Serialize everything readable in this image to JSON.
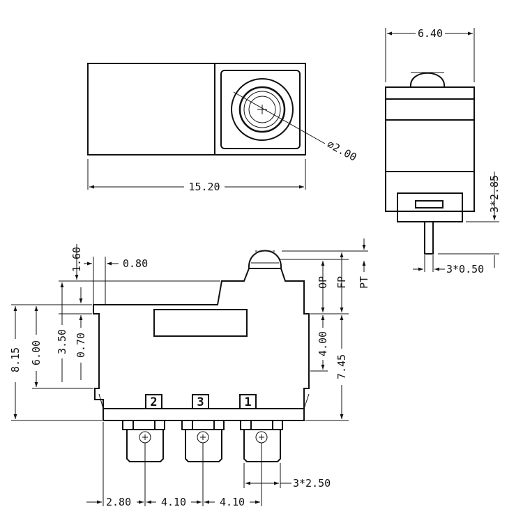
{
  "drawing": {
    "top_view": {
      "length_label": "15.20",
      "diameter_label": "⌀2.00"
    },
    "side_view": {
      "width_label": "6.40",
      "pitch_label": "3*2.85",
      "thickness_label": "3*0.50"
    },
    "front_view": {
      "labels": {
        "d160": "1.60",
        "d080": "0.80",
        "d815": "8.15",
        "d600": "6.00",
        "d350": "3.50",
        "d070": "0.70",
        "op": "OP",
        "fp": "FP",
        "pt": "PT",
        "d400": "4.00",
        "d745": "7.45",
        "d250": "3*2.50",
        "d280": "2.80",
        "d410a": "4.10",
        "d410b": "4.10"
      },
      "pins": [
        "2",
        "3",
        "1"
      ]
    }
  }
}
